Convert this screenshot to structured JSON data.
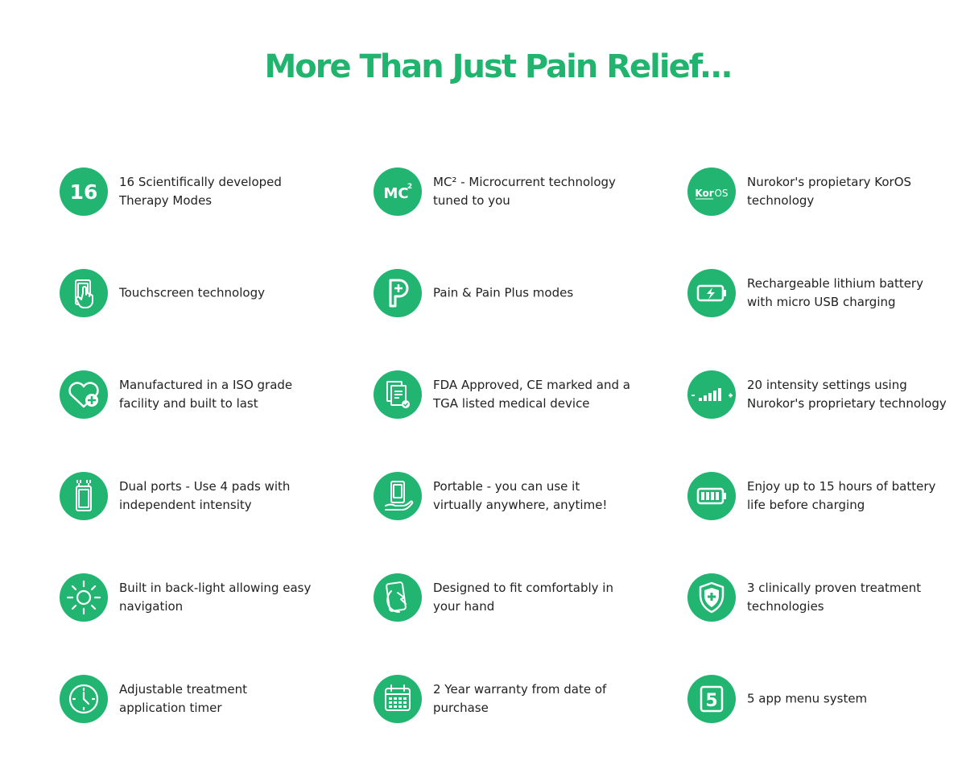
{
  "title": "More Than Just Pain Relief...",
  "features": [
    {
      "text": "16 Scientifically developed\nTherapy Modes",
      "icon": "number-16-icon",
      "icon_label": "16"
    },
    {
      "text": "MC² - Microcurrent technology\ntuned to you",
      "icon": "mc2-icon",
      "icon_label": "MC",
      "icon_sup": "2"
    },
    {
      "text": "Nurokor's propietary KorOS\ntechnology",
      "icon": "koros-icon",
      "icon_label_a": "Kor",
      "icon_label_b": "OS"
    },
    {
      "text": "Touchscreen technology",
      "icon": "touchscreen-icon"
    },
    {
      "text": "Pain & Pain Plus modes",
      "icon": "pain-plus-icon"
    },
    {
      "text": "Rechargeable lithium battery\nwith micro USB charging",
      "icon": "battery-charging-icon"
    },
    {
      "text": "Manufactured in a ISO grade\nfacility and built to last",
      "icon": "heart-plus-icon"
    },
    {
      "text": "FDA Approved, CE marked and a\nTGA listed medical device",
      "icon": "certified-document-icon"
    },
    {
      "text": "20 intensity settings using\nNurokor's proprietary technology",
      "icon": "intensity-bars-icon"
    },
    {
      "text": "Dual ports - Use 4 pads with\nindependent intensity",
      "icon": "dual-ports-device-icon"
    },
    {
      "text": "Portable - you can use it\nvirtually anywhere, anytime!",
      "icon": "phone-in-hand-icon"
    },
    {
      "text": "Enjoy up to 15 hours of battery\nlife before charging",
      "icon": "battery-full-icon"
    },
    {
      "text": "Built in back-light allowing easy\nnavigation",
      "icon": "sun-icon"
    },
    {
      "text": "Designed to fit comfortably in\nyour hand",
      "icon": "hand-holding-device-icon"
    },
    {
      "text": "3 clinically proven treatment\ntechnologies",
      "icon": "shield-plus-icon"
    },
    {
      "text": "Adjustable treatment\napplication timer",
      "icon": "clock-icon"
    },
    {
      "text": "2 Year warranty from date of\npurchase",
      "icon": "calendar-icon"
    },
    {
      "text": "5 app menu system",
      "icon": "number-5-box-icon",
      "icon_label": "5"
    }
  ],
  "colors": {
    "accent": "#22b571",
    "title": "#20b46e",
    "text": "#222222",
    "background": "#ffffff"
  }
}
